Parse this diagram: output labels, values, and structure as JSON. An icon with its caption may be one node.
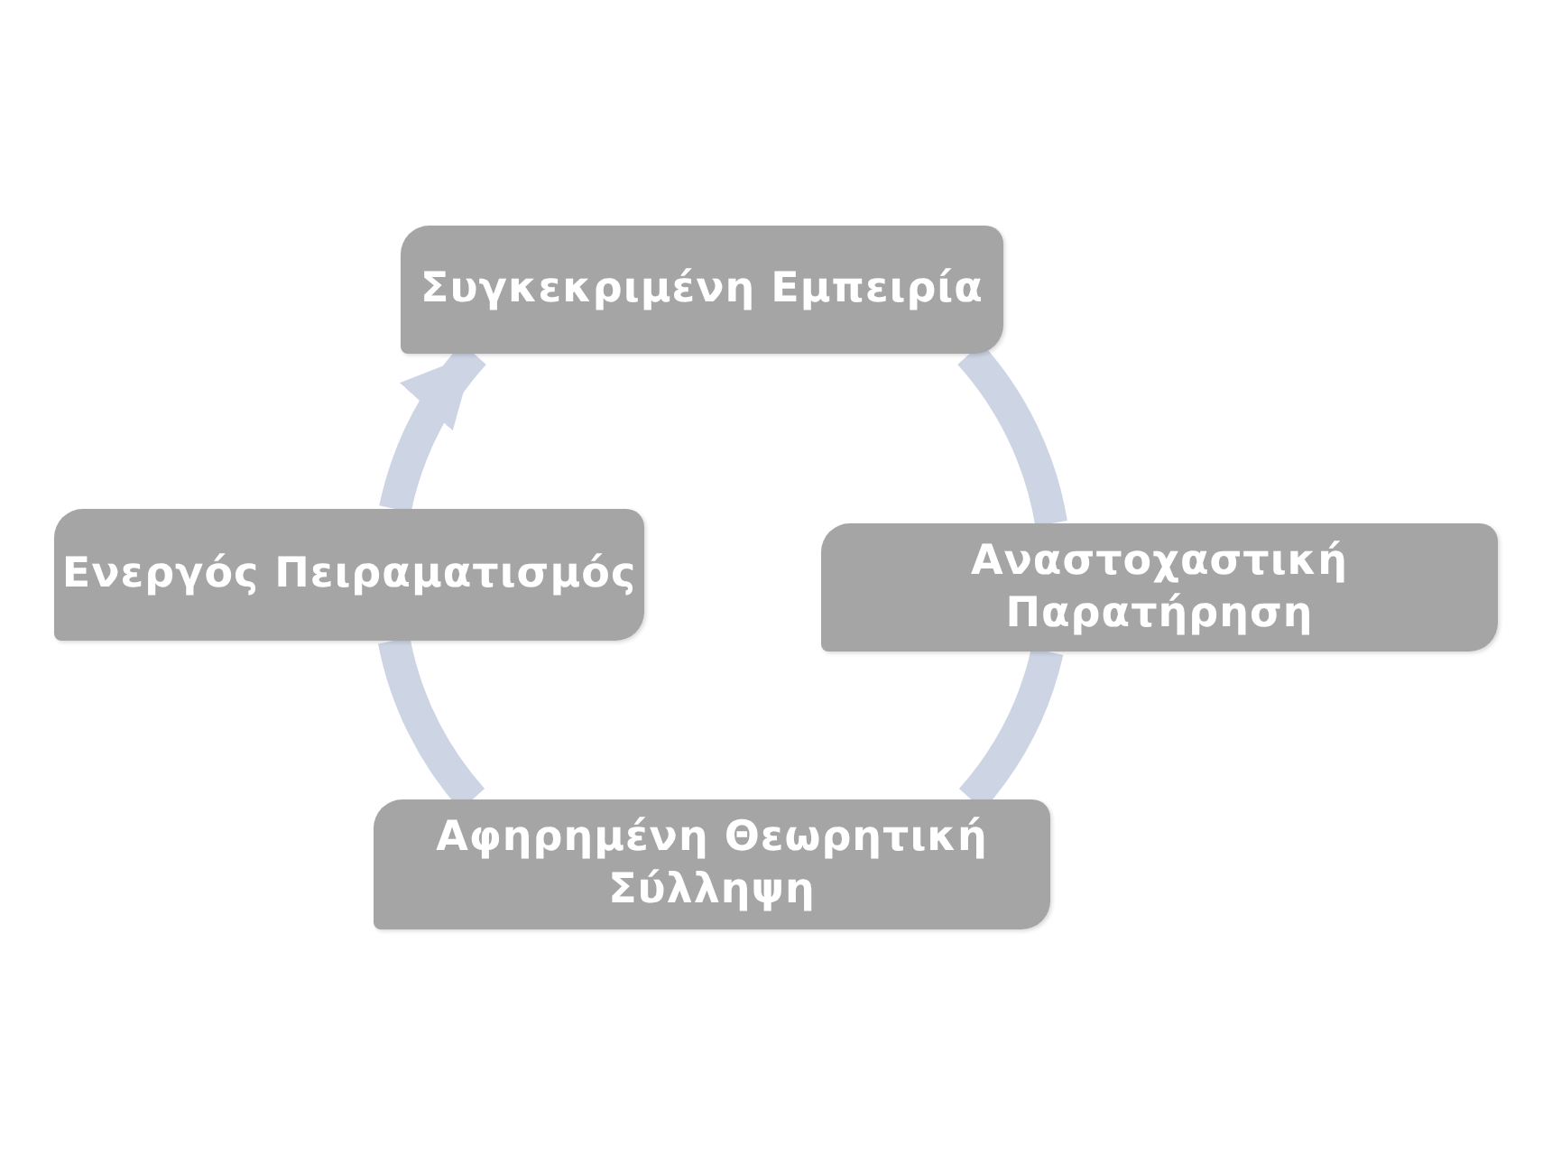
{
  "diagram": {
    "nodes": [
      {
        "text": [
          "Συγκεκριμένη Εμπειρία"
        ]
      },
      {
        "text": [
          "Αναστοχαστική Παρατήρηση"
        ]
      },
      {
        "text": [
          "Αφηρημένη Θεωρητική Σύλληψη"
        ]
      },
      {
        "text": [
          "Ενεργός Πειραματισμός"
        ]
      }
    ],
    "edges": [
      {
        "from": 0,
        "to": 1,
        "arrow": "none"
      },
      {
        "from": 1,
        "to": 2,
        "arrow": "none"
      },
      {
        "from": 2,
        "to": 3,
        "arrow": "none"
      },
      {
        "from": 3,
        "to": 0,
        "arrow": "to"
      }
    ]
  }
}
